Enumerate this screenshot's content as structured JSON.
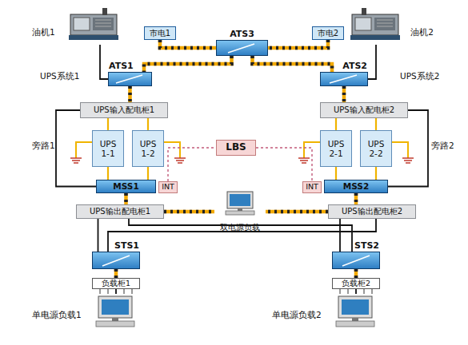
{
  "diagram": {
    "nodes": [
      {
        "text": [
          "油机1"
        ]
      },
      {
        "text": [
          "市电1"
        ]
      },
      {
        "text": [
          "ATS3"
        ]
      },
      {
        "text": [
          "市电2"
        ]
      },
      {
        "text": [
          "油机2"
        ]
      },
      {
        "text": [
          "ATS1"
        ]
      },
      {
        "text": [
          "ATS2"
        ]
      },
      {
        "text": [
          "UPS输入配电柜1"
        ]
      },
      {
        "text": [
          "UPS输入配电柜2"
        ]
      },
      {
        "text": [
          "UPS 1-1"
        ]
      },
      {
        "text": [
          "UPS 1-2"
        ]
      },
      {
        "text": [
          "LBS"
        ]
      },
      {
        "text": [
          "UPS 2-1"
        ]
      },
      {
        "text": [
          "UPS 2-2"
        ]
      },
      {
        "text": [
          "MSS1"
        ]
      },
      {
        "text": [
          "INT"
        ]
      },
      {
        "text": [
          "INT"
        ]
      },
      {
        "text": [
          "MSS2"
        ]
      },
      {
        "text": [
          "双电源负载"
        ]
      },
      {
        "text": [
          "UPS输出配电柜1"
        ]
      },
      {
        "text": [
          "UPS输出配电柜2"
        ]
      },
      {
        "text": [
          "STS1"
        ]
      },
      {
        "text": [
          "STS2"
        ]
      },
      {
        "text": [
          "负载柜1"
        ]
      },
      {
        "text": [
          "负载柜2"
        ]
      },
      {
        "text": [
          "单电源负载1"
        ]
      },
      {
        "text": [
          "单电源负载2"
        ]
      }
    ],
    "edges": [
      {
        "from": 0,
        "to": 5,
        "arrow": "none"
      },
      {
        "from": 1,
        "to": 2,
        "arrow": "none"
      },
      {
        "from": 3,
        "to": 2,
        "arrow": "none"
      },
      {
        "from": 4,
        "to": 6,
        "arrow": "none"
      },
      {
        "from": 2,
        "to": 5,
        "arrow": "none"
      },
      {
        "from": 2,
        "to": 6,
        "arrow": "none"
      },
      {
        "from": 5,
        "to": 7,
        "arrow": "none"
      },
      {
        "from": 6,
        "to": 8,
        "arrow": "none"
      },
      {
        "from": 7,
        "to": 9,
        "arrow": "none"
      },
      {
        "from": 7,
        "to": 10,
        "arrow": "none"
      },
      {
        "from": 7,
        "to": 14,
        "label": "旁路1",
        "arrow": "none"
      },
      {
        "from": 9,
        "to": 14,
        "arrow": "none"
      },
      {
        "from": 10,
        "to": 14,
        "arrow": "none"
      },
      {
        "from": 8,
        "to": 12,
        "arrow": "none"
      },
      {
        "from": 8,
        "to": 13,
        "arrow": "none"
      },
      {
        "from": 8,
        "to": 17,
        "label": "旁路2",
        "arrow": "none"
      },
      {
        "from": 12,
        "to": 17,
        "arrow": "none"
      },
      {
        "from": 13,
        "to": 17,
        "arrow": "none"
      },
      {
        "from": 15,
        "to": 11,
        "arrow": "none"
      },
      {
        "from": 11,
        "to": 16,
        "arrow": "none"
      },
      {
        "from": 14,
        "to": 19,
        "arrow": "none"
      },
      {
        "from": 17,
        "to": 20,
        "arrow": "none"
      },
      {
        "from": 19,
        "to": 18,
        "arrow": "none"
      },
      {
        "from": 20,
        "to": 18,
        "arrow": "none"
      },
      {
        "from": 19,
        "to": 21,
        "arrow": "none"
      },
      {
        "from": 19,
        "to": 22,
        "arrow": "none"
      },
      {
        "from": 20,
        "to": 22,
        "arrow": "none"
      },
      {
        "from": 20,
        "to": 21,
        "arrow": "none"
      },
      {
        "from": 21,
        "to": 23,
        "arrow": "none"
      },
      {
        "from": 22,
        "to": 24,
        "arrow": "none"
      },
      {
        "from": 23,
        "to": 25,
        "arrow": "none"
      },
      {
        "from": 24,
        "to": 26,
        "arrow": "none"
      }
    ],
    "labels": [
      "UPS系统1",
      "UPS系统2"
    ]
  }
}
